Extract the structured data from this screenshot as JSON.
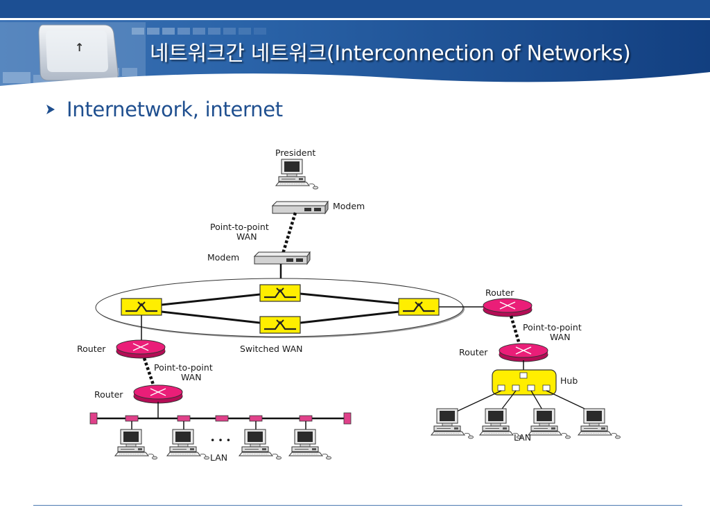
{
  "slide": {
    "title": "네트워크간 네트워크(Interconnection of Networks)",
    "bullet": "Internetwork, internet"
  },
  "diagram": {
    "labels": {
      "president": "President",
      "modem_top": "Modem",
      "p2p_top": "Point-to-point",
      "wan_top": "WAN",
      "modem_mid": "Modem",
      "switched_wan": "Switched WAN",
      "router_left": "Router",
      "p2p_left": "Point-to-point",
      "wan_left": "WAN",
      "router_left_bottom": "Router",
      "lan_left": "LAN",
      "ellipsis": "• • •",
      "router_right_top": "Router",
      "p2p_right": "Point-to-point",
      "wan_right": "WAN",
      "router_right_bottom": "Router",
      "hub": "Hub",
      "lan_right": "LAN"
    }
  },
  "colors": {
    "header_blue": "#1b4f95",
    "switch_yellow": "#ffee00",
    "router_magenta": "#e8146e",
    "bus_pink": "#e0418a",
    "bullet_text": "#1f4f8f"
  },
  "icons": [
    "computer-icon",
    "modem-icon",
    "router-icon",
    "switch-icon",
    "hub-icon"
  ]
}
